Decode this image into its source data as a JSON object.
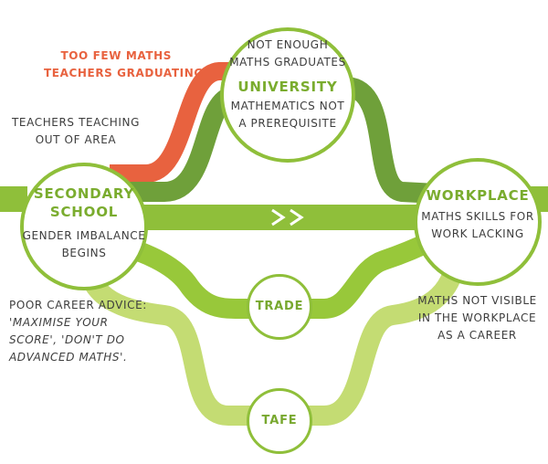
{
  "colors": {
    "dark_green": "#6fa03a",
    "mid_green": "#98c83a",
    "light_green": "#c4dc73",
    "red_orange": "#e8623f",
    "node_border": "#8fbf3a",
    "title_green": "#7aac2e",
    "text_dark": "#3d3d3d"
  },
  "nodes": {
    "university": {
      "title": "UNIVERSITY",
      "above": [
        "NOT ENOUGH",
        "MATHS GRADUATES"
      ],
      "below": [
        "MATHEMATICS NOT",
        "A PREREQUISITE"
      ]
    },
    "secondary": {
      "title": [
        "SECONDARY",
        "SCHOOL"
      ],
      "text": [
        "GENDER IMBALANCE",
        "BEGINS"
      ]
    },
    "workplace": {
      "title": "WORKPLACE",
      "text": [
        "MATHS SKILLS FOR",
        "WORK LACKING"
      ]
    },
    "trade": {
      "title": "TRADE"
    },
    "tafe": {
      "title": "TAFE"
    }
  },
  "notes": {
    "too_few": [
      "TOO FEW MATHS",
      "TEACHERS GRADUATING"
    ],
    "out_of_area": [
      "TEACHERS TEACHING",
      "OUT OF AREA"
    ],
    "poor_advice": [
      "POOR CAREER ADVICE:",
      "'MAXIMISE YOUR",
      "SCORE', 'DON'T DO",
      "ADVANCED MATHS'."
    ],
    "not_visible": [
      "MATHS NOT VISIBLE",
      "IN THE WORKPLACE",
      "AS A CAREER"
    ]
  }
}
